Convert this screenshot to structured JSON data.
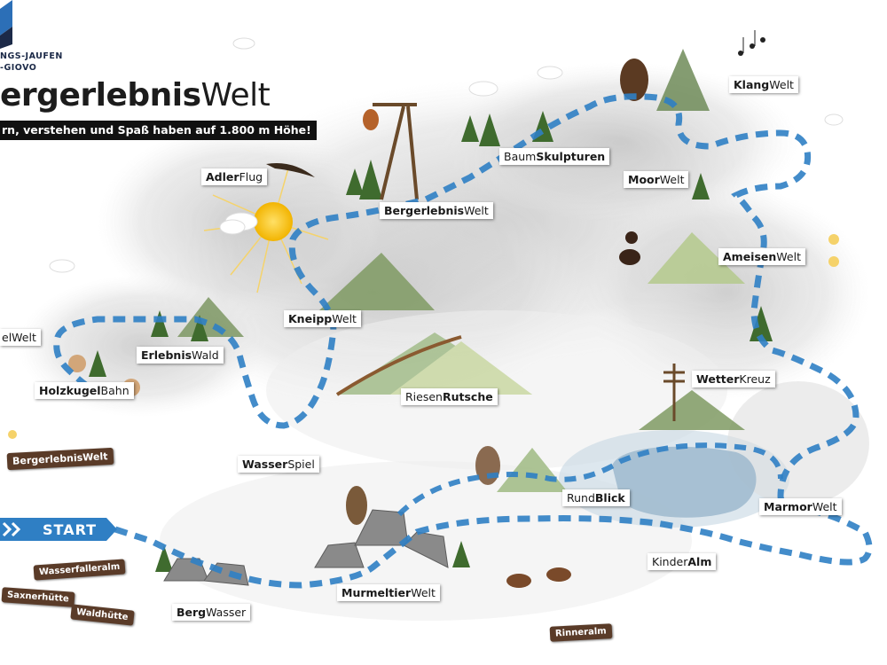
{
  "header": {
    "logo_line1": "NGS-JAUFEN",
    "logo_line2": "-GIOVO",
    "brand_bold": "ergerlebnis",
    "brand_light": "Welt",
    "tagline": "rn, verstehen und Spaß haben auf 1.800 m Höhe!"
  },
  "start_label": "START",
  "stations": [
    {
      "key": "klang",
      "bold": "Klang",
      "light": "Welt"
    },
    {
      "key": "baumskulpturen",
      "bold": "Skulpturen",
      "light": "Baum"
    },
    {
      "key": "moorwelt",
      "bold": "Moor",
      "light": "Welt"
    },
    {
      "key": "adlerflug",
      "bold": "Adler",
      "light": "Flug"
    },
    {
      "key": "bergerlebniswelt",
      "bold": "Bergerlebnis",
      "light": "Welt"
    },
    {
      "key": "ameisenwelt",
      "bold": "Ameisen",
      "light": "Welt"
    },
    {
      "key": "kneippwelt",
      "bold": "Kneipp",
      "light": "Welt"
    },
    {
      "key": "elwelt",
      "bold": "",
      "light": "elWelt"
    },
    {
      "key": "erlebniswald",
      "bold": "Erlebnis",
      "light": "Wald"
    },
    {
      "key": "holzkugelbahn",
      "bold": "Holzkugel",
      "light": "Bahn"
    },
    {
      "key": "riesenrutsche",
      "bold": "Rutsche",
      "light": "Riesen"
    },
    {
      "key": "wetterkreuz",
      "bold": "Wetter",
      "light": "Kreuz"
    },
    {
      "key": "wasserspiel",
      "bold": "Wasser",
      "light": "Spiel"
    },
    {
      "key": "rundblick",
      "bold": "Blick",
      "light": "Rund"
    },
    {
      "key": "marmorwelt",
      "bold": "Marmor",
      "light": "Welt"
    },
    {
      "key": "kinderalm",
      "bold": "Alm",
      "light": "Kinder"
    },
    {
      "key": "murmeltierwelt",
      "bold": "Murmeltier",
      "light": "Welt"
    },
    {
      "key": "bergwasser",
      "bold": "Berg",
      "light": "Wasser"
    }
  ],
  "signs": {
    "main": "BergerlebnisWelt",
    "wasserfalleralm": "Wasserfalleralm",
    "saxnerhuette": "Saxnerhütte",
    "waldhuette": "Waldhütte",
    "rinneralm": "Rinneralm"
  },
  "colors": {
    "path": "#2f7fc4",
    "start_bg": "#2f7fc4",
    "sign_wood": "#5a3b28",
    "label_bg": "#ffffff"
  }
}
